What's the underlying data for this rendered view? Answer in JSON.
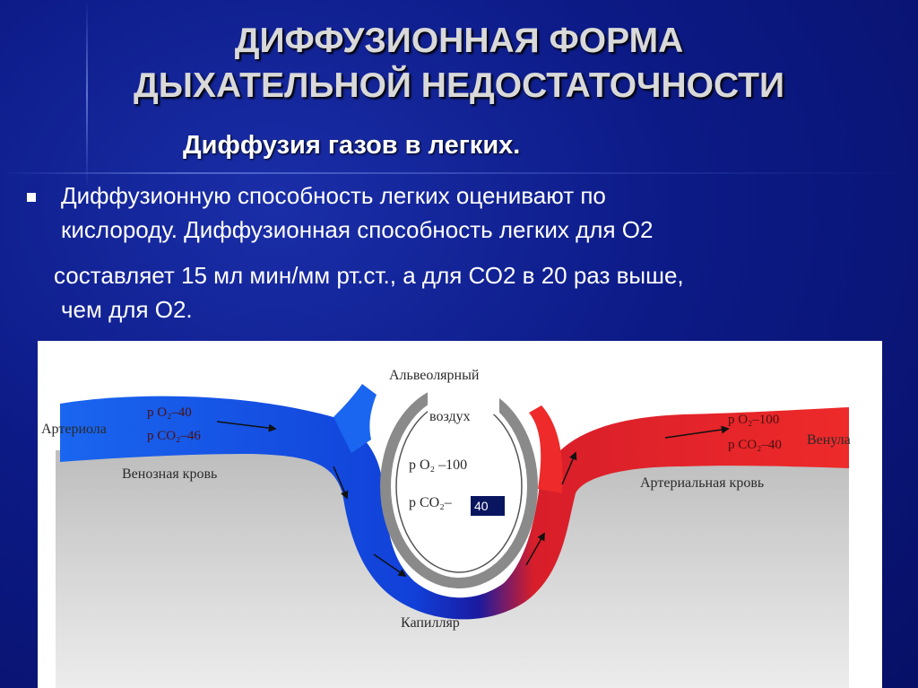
{
  "title_line1": "ДИФФУЗИОННАЯ ФОРМА",
  "title_line2": "ДЫХАТЕЛЬНОЙ НЕДОСТАТОЧНОСТИ",
  "subtitle": "Диффузия газов в легких.",
  "paragraph": {
    "line1": "Диффузионную способность легких  оценивают по",
    "line2": "кислороду. Диффузионная способность легких для О2",
    "line3": "составляет 15 мл мин/мм рт.ст., а для СО2 в 20 раз выше,",
    "line4": "чем для О2."
  },
  "diagram": {
    "alveolar_label_1": "Альвеолярный",
    "alveolar_label_2": "воздух",
    "arteriole": "Артериола",
    "arteriole_po2": "р O₂–40",
    "arteriole_pco2": "р CO₂–46",
    "venous_blood": "Венозная кровь",
    "alveolus_po2": "р O₂ –100",
    "alveolus_pco2": "р CO₂–",
    "alveolus_pco2_value": "40",
    "venule": "Венула",
    "venule_po2": "р O₂–100",
    "venule_pco2": "р CO₂–40",
    "arterial_blood": "Артериальная кровь",
    "capillary": "Капилляр",
    "colors": {
      "venous": "#1a66f0",
      "arterial": "#ee2a2a",
      "tissue": "#c9c9c9",
      "alveolus_wall": "#8a8a8a"
    }
  }
}
